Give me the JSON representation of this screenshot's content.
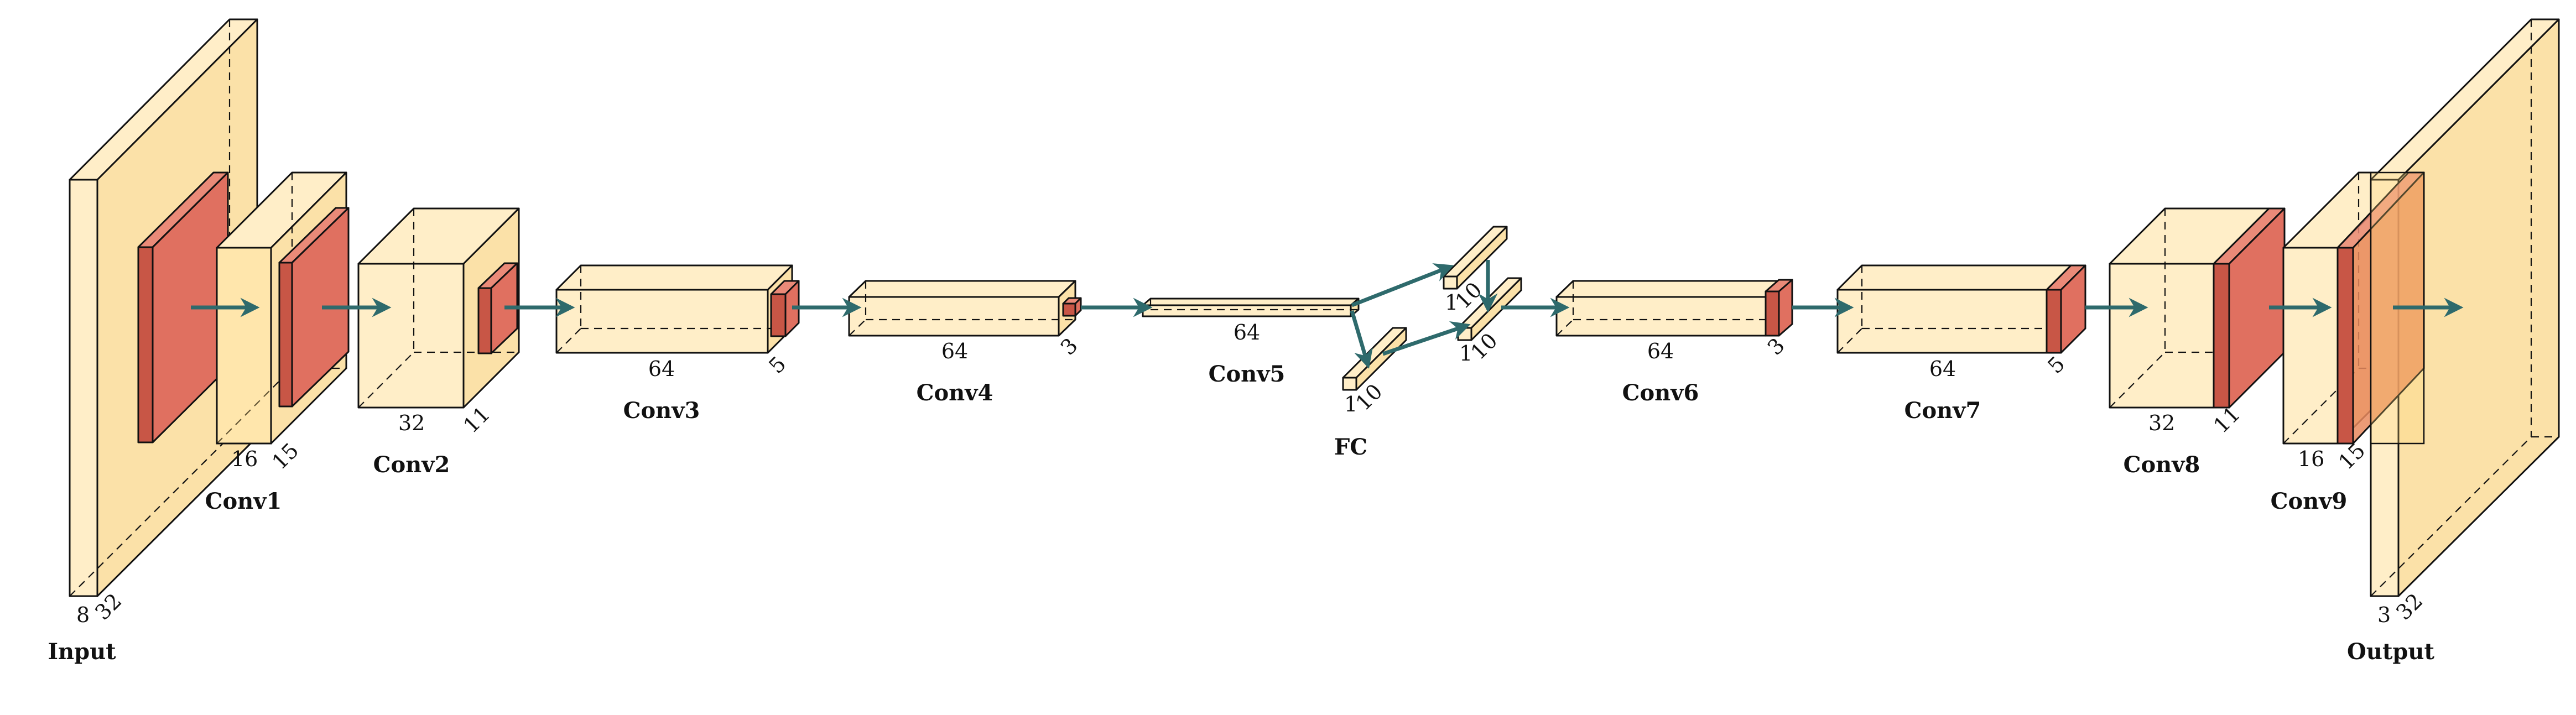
{
  "colors": {
    "block_fill": "#ffeec8",
    "kernel_fill": "#e07060",
    "arrow": "#2e6a6c"
  },
  "layers": [
    {
      "name": "Input",
      "dims": [
        "8",
        "32"
      ]
    },
    {
      "name": "Conv1",
      "dims": [
        "16",
        "15"
      ]
    },
    {
      "name": "Conv2",
      "dims": [
        "32",
        "11"
      ]
    },
    {
      "name": "Conv3",
      "dims": [
        "64",
        "5"
      ]
    },
    {
      "name": "Conv4",
      "dims": [
        "64",
        "3"
      ]
    },
    {
      "name": "Conv5",
      "dims": [
        "64"
      ]
    },
    {
      "name": "FC",
      "dims": [
        "1",
        "10",
        "1",
        "10",
        "1",
        "10"
      ]
    },
    {
      "name": "Conv6",
      "dims": [
        "64",
        "3"
      ]
    },
    {
      "name": "Conv7",
      "dims": [
        "64",
        "5"
      ]
    },
    {
      "name": "Conv8",
      "dims": [
        "32",
        "11"
      ]
    },
    {
      "name": "Conv9",
      "dims": [
        "16",
        "15"
      ]
    },
    {
      "name": "Output",
      "dims": [
        "3",
        "32"
      ]
    }
  ]
}
